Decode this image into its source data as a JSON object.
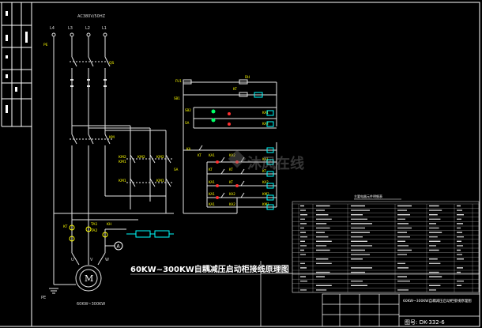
{
  "supply": {
    "voltage_label": "AC380V/50HZ",
    "phases": [
      "L4",
      "L3",
      "L2",
      "L1"
    ]
  },
  "labels": {
    "main_switch": "QS",
    "ground": "PE",
    "motor": "M",
    "motor_terminals": [
      "U",
      "V",
      "W"
    ],
    "motor_rating": "60KW~300KW",
    "sw_left": "SB1",
    "sw_bottom": "SA"
  },
  "diagram_title": "60KW~300KW自耦减压启动柜接线原理图",
  "title_block": {
    "drawing_no": "图号: DK-332-6",
    "drawing_name": "60KW~300KW自耦减压启动柜接线原理图"
  },
  "parts_table": {
    "heading": "主要电器元件明细表"
  },
  "watermark": "沐风在线",
  "colors": {
    "background": "#000000",
    "line": "#e6e6e6",
    "cyan": "#00ffff",
    "yellow": "#ffff00",
    "red": "#ff3030",
    "green": "#00ff66",
    "frame": "#ffffff"
  }
}
